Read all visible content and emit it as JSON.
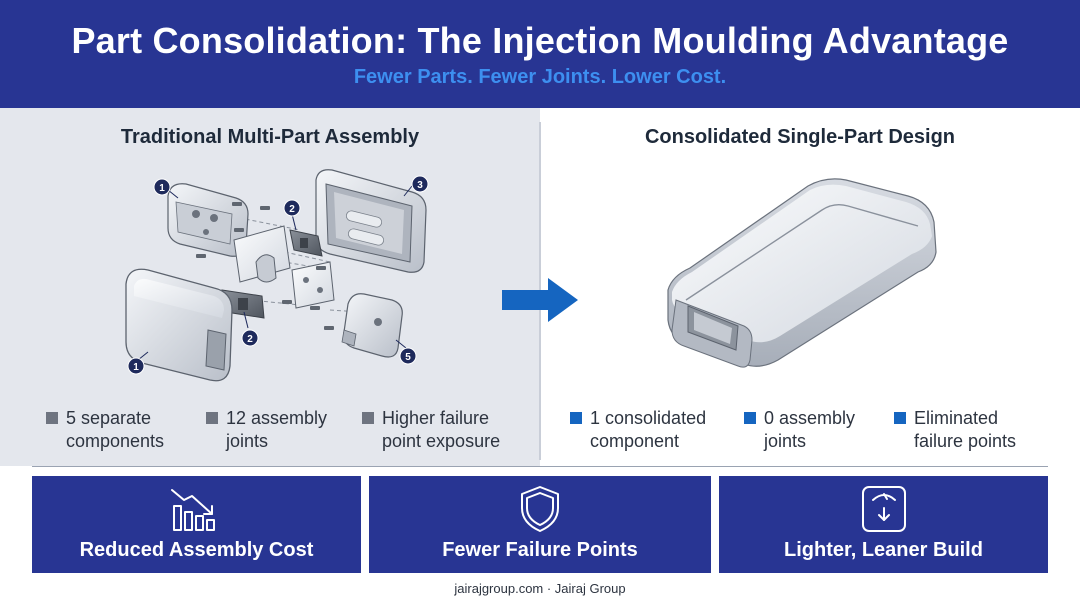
{
  "header": {
    "title": "Part Consolidation: The Injection Moulding Advantage",
    "subtitle": "Fewer Parts. Fewer Joints. Lower Cost."
  },
  "left_panel": {
    "title": "Traditional Multi-Part Assembly",
    "callouts": [
      "1",
      "2",
      "3",
      "1",
      "2",
      "5"
    ],
    "stats": [
      {
        "text": "5 separate components"
      },
      {
        "text": "12 assembly joints"
      },
      {
        "text": "Higher failure point exposure"
      }
    ]
  },
  "right_panel": {
    "title": "Consolidated Single-Part Design",
    "stats": [
      {
        "text": "1 consolidated component"
      },
      {
        "text": "0 assembly joints"
      },
      {
        "text": "Eliminated failure points"
      }
    ]
  },
  "cards": [
    {
      "label": "Reduced Assembly Cost",
      "icon": "bar-chart-down-icon"
    },
    {
      "label": "Fewer Failure Points",
      "icon": "shield-icon"
    },
    {
      "label": "Lighter, Leaner Build",
      "icon": "weighing-scale-icon"
    }
  ],
  "footer": {
    "text": "jairajgroup.com · Jairaj Group"
  },
  "colors": {
    "navy": "#283593",
    "accent_blue": "#1565c0",
    "subtitle_blue": "#3d8ff0",
    "panel_grey": "#e4e7ed",
    "stat_grey": "#6e7480"
  }
}
